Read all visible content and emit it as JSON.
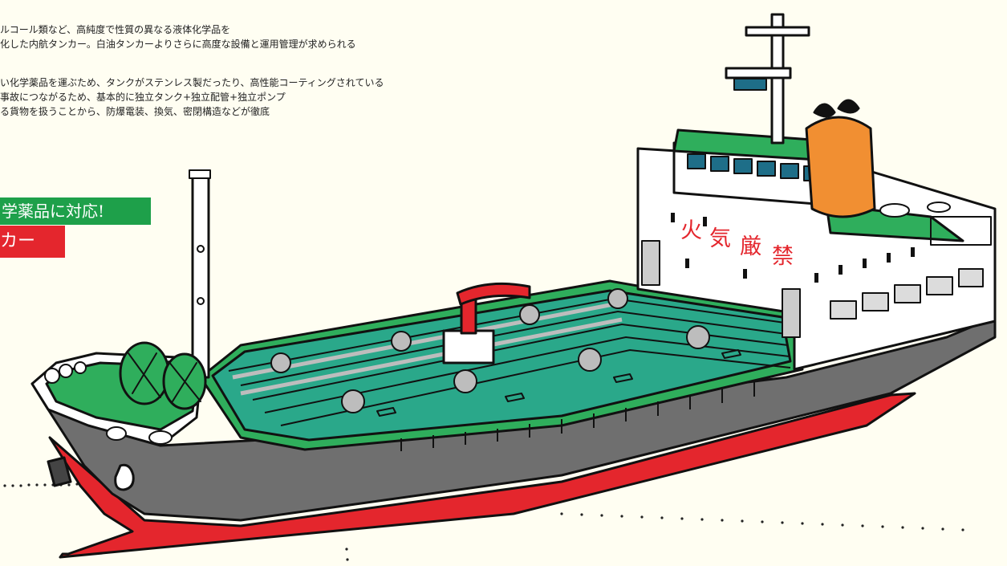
{
  "description": {
    "intro": [
      "ルコール類など、高純度で性質の異なる液体化学品を",
      "化した内航タンカー。白油タンカーよりさらに高度な設備と運用管理が求められる"
    ],
    "details": [
      "い化学薬品を運ぶため、タンクがステンレス製だったり、高性能コーティングされている",
      "事故につながるため、基本的に独立タンク+独立配管+独立ポンプ",
      "る貨物を扱うことから、防爆電装、換気、密閉構造などが徹底"
    ]
  },
  "tags": {
    "green": "学薬品に対応!",
    "red": "カー"
  },
  "ship": {
    "warning_sign": [
      "火",
      "気",
      "厳",
      "禁"
    ]
  },
  "colors": {
    "background": "#fffef2",
    "hull_gray": "#6f6f6f",
    "hull_red": "#e4262d",
    "deck_green": "#2fae5c",
    "tank_teal": "#2aa88a",
    "funnel_orange": "#f18f32",
    "tag_green": "#1ea04a",
    "tag_red": "#e4262d"
  }
}
